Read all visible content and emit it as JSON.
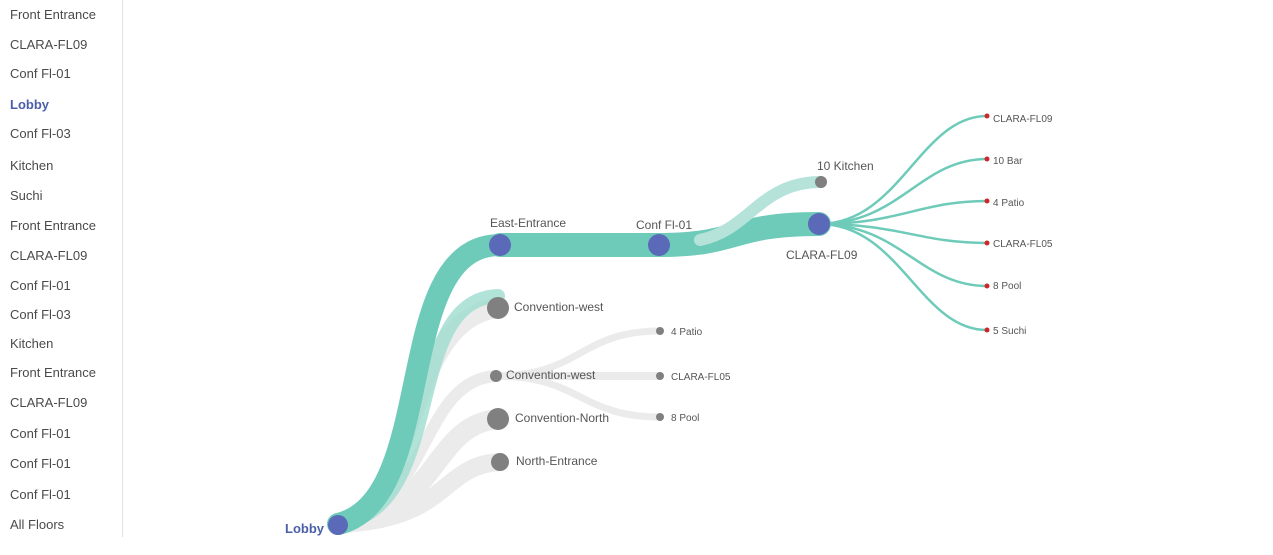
{
  "sidebar": {
    "items": [
      {
        "label": "Front Entrance",
        "active": false
      },
      {
        "label": "CLARA-FL09",
        "active": false
      },
      {
        "label": "Conf Fl-01",
        "active": false
      },
      {
        "label": "Lobby",
        "active": true
      },
      {
        "label": "Conf Fl-03",
        "active": false
      },
      {
        "label": "Kitchen",
        "active": false
      },
      {
        "label": "Suchi",
        "active": false
      },
      {
        "label": "Front Entrance",
        "active": false
      },
      {
        "label": "CLARA-FL09",
        "active": false
      },
      {
        "label": "Conf Fl-01",
        "active": false
      },
      {
        "label": "Conf Fl-03",
        "active": false
      },
      {
        "label": "Kitchen",
        "active": false
      },
      {
        "label": "Front Entrance",
        "active": false
      },
      {
        "label": "CLARA-FL09",
        "active": false
      },
      {
        "label": "Conf Fl-01",
        "active": false
      },
      {
        "label": "Conf Fl-01",
        "active": false
      },
      {
        "label": "Conf Fl-01",
        "active": false
      },
      {
        "label": "All Floors",
        "active": false
      }
    ]
  },
  "flow": {
    "root": "Lobby",
    "main_path": [
      "East-Entrance",
      "Conf Fl-01",
      "CLARA-FL09"
    ],
    "kitchen": "10 Kitchen",
    "secondary": [
      "Convention-west",
      "Convention-west",
      "Convention-North",
      "North-Entrance"
    ],
    "convention_targets": [
      "4 Patio",
      "CLARA-FL05",
      "8 Pool"
    ],
    "clara_targets": [
      "CLARA-FL09",
      "10 Bar",
      "4 Patio",
      "CLARA-FL05",
      "8 Pool",
      "5 Suchi"
    ]
  },
  "colors": {
    "accent": "#4a5fa8",
    "node": "#5a6ab9",
    "path": "#6ecbb9",
    "path_light": "#b5e3da",
    "muted_flow": "#ebebeb",
    "gray_node": "#808080",
    "end_dot": "#d0262a"
  }
}
